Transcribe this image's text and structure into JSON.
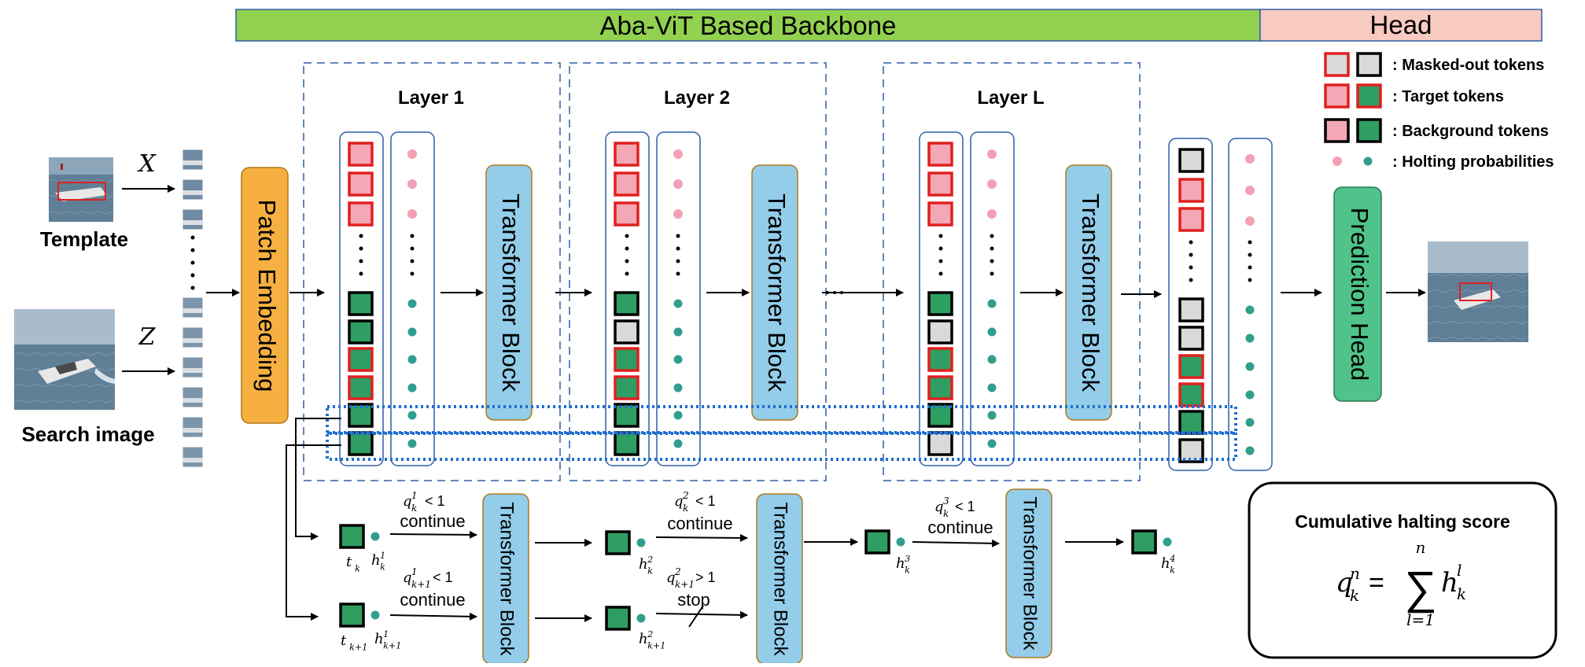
{
  "header": {
    "backbone_label": "Aba-ViT Based Backbone",
    "head_label": "Head"
  },
  "colors": {
    "backbone_bar": "#92d050",
    "head_bar": "#f8cbc0",
    "target_fill": "#f4a7b4",
    "target_stroke": "#e02020",
    "background_fill": "#2e9e62",
    "masked_fill": "#d9d9d9",
    "patch_embedding": "#f5b041",
    "transformer_block": "#93cdea",
    "prediction_head": "#4fc38a",
    "teal_dot": "#2f9e8e",
    "pink_dot": "#f4a0b4",
    "layer_border": "#2f5ea8",
    "dotted_highlight": "#1f6fd0"
  },
  "inputs": {
    "template_label": "Template",
    "search_label": "Search image",
    "x_symbol": "X",
    "z_symbol": "Z"
  },
  "blocks": {
    "patch_embedding": "Patch Embedding",
    "transformer_block": "Transformer Block",
    "prediction_head": "Prediction Head"
  },
  "layers": [
    {
      "title": "Layer 1"
    },
    {
      "title": "Layer 2"
    },
    {
      "title": "Layer L"
    }
  ],
  "legend": [
    {
      "label": ": Masked-out tokens",
      "kind": "masked"
    },
    {
      "label": ": Target tokens",
      "kind": "target"
    },
    {
      "label": ": Background tokens",
      "kind": "background"
    },
    {
      "label": ": Holting probabilities",
      "kind": "dots"
    }
  ],
  "halting": {
    "continue": "continue",
    "stop": "stop",
    "top_row": {
      "token": "t",
      "token_sub": "k",
      "steps": [
        {
          "h": "h",
          "sup": "1",
          "sub": "k",
          "cond": "q",
          "cond_sup": "1",
          "cond_sub": "k",
          "op": "< 1"
        },
        {
          "h": "h",
          "sup": "2",
          "sub": "k",
          "cond": "q",
          "cond_sup": "2",
          "cond_sub": "k",
          "op": "< 1"
        },
        {
          "h": "h",
          "sup": "3",
          "sub": "k",
          "cond": "q",
          "cond_sup": "3",
          "cond_sub": "k",
          "op": "< 1"
        },
        {
          "h": "h",
          "sup": "4",
          "sub": "k"
        }
      ]
    },
    "bottom_row": {
      "token": "t",
      "token_sub": "k+1",
      "steps": [
        {
          "h": "h",
          "sup": "1",
          "sub": "k+1",
          "cond": "q",
          "cond_sup": "1",
          "cond_sub": "k+1",
          "op": "< 1"
        },
        {
          "h": "h",
          "sup": "2",
          "sub": "k+1",
          "cond": "q",
          "cond_sup": "2",
          "cond_sub": "k+1",
          "op": "> 1"
        }
      ]
    }
  },
  "score_box": {
    "title": "Cumulative halting score",
    "lhs": "q",
    "lhs_sup": "n",
    "lhs_sub": "k",
    "sum_top": "n",
    "sum_bottom": "l=1",
    "rhs": "h",
    "rhs_sup": "l",
    "rhs_sub": "k"
  }
}
